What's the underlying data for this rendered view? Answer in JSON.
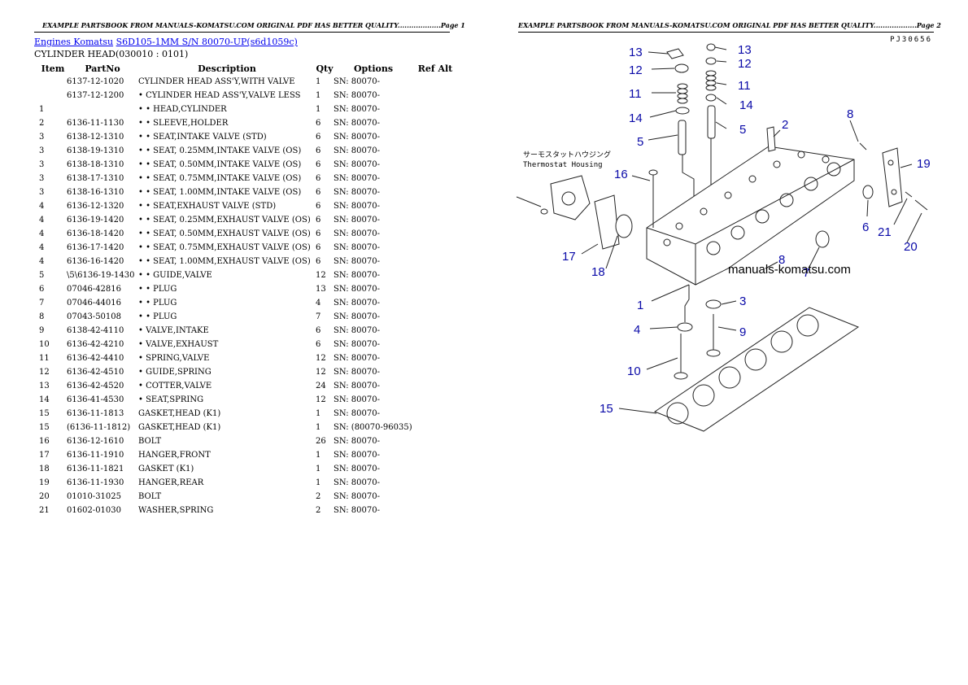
{
  "pages": [
    {
      "header": "EXAMPLE PARTSBOOK FROM MANUALS-KOMATSU.COM ORIGINAL PDF HAS BETTER QUALITY...................Page 1"
    },
    {
      "header": "EXAMPLE PARTSBOOK FROM MANUALS-KOMATSU.COM ORIGINAL PDF HAS BETTER QUALITY...................Page 2"
    }
  ],
  "breadcrumb": {
    "link1": "Engines Komatsu",
    "link2": "S6D105-1MM S/N 80070-UP(s6d1059c)"
  },
  "section_title": "CYLINDER HEAD(030010 : 0101)",
  "table": {
    "headers": [
      "Item",
      "PartNo",
      "Description",
      "Qty",
      "Options",
      "Ref Alt"
    ],
    "rows": [
      [
        "",
        "6137-12-1020",
        "CYLINDER HEAD ASS'Y,WITH VALVE",
        "1",
        "SN: 80070-",
        ""
      ],
      [
        "",
        "6137-12-1200",
        "• CYLINDER HEAD ASS'Y,VALVE LESS",
        "1",
        "SN: 80070-",
        ""
      ],
      [
        "1",
        "",
        "• • HEAD,CYLINDER",
        "1",
        "SN: 80070-",
        ""
      ],
      [
        "2",
        "6136-11-1130",
        "• • SLEEVE,HOLDER",
        "6",
        "SN: 80070-",
        ""
      ],
      [
        "3",
        "6138-12-1310",
        "• • SEAT,INTAKE VALVE (STD)",
        "6",
        "SN: 80070-",
        ""
      ],
      [
        "3",
        "6138-19-1310",
        "• • SEAT, 0.25MM,INTAKE VALVE (OS)",
        "6",
        "SN: 80070-",
        ""
      ],
      [
        "3",
        "6138-18-1310",
        "• • SEAT, 0.50MM,INTAKE VALVE (OS)",
        "6",
        "SN: 80070-",
        ""
      ],
      [
        "3",
        "6138-17-1310",
        "• • SEAT, 0.75MM,INTAKE VALVE (OS)",
        "6",
        "SN: 80070-",
        ""
      ],
      [
        "3",
        "6138-16-1310",
        "• • SEAT, 1.00MM,INTAKE VALVE (OS)",
        "6",
        "SN: 80070-",
        ""
      ],
      [
        "4",
        "6136-12-1320",
        "• • SEAT,EXHAUST VALVE (STD)",
        "6",
        "SN: 80070-",
        ""
      ],
      [
        "4",
        "6136-19-1420",
        "• • SEAT, 0.25MM,EXHAUST VALVE (OS)",
        "6",
        "SN: 80070-",
        ""
      ],
      [
        "4",
        "6136-18-1420",
        "• • SEAT, 0.50MM,EXHAUST VALVE (OS)",
        "6",
        "SN: 80070-",
        ""
      ],
      [
        "4",
        "6136-17-1420",
        "• • SEAT, 0.75MM,EXHAUST VALVE (OS)",
        "6",
        "SN: 80070-",
        ""
      ],
      [
        "4",
        "6136-16-1420",
        "• • SEAT, 1.00MM,EXHAUST VALVE (OS)",
        "6",
        "SN: 80070-",
        ""
      ],
      [
        "5",
        "\\5\\6136-19-1430",
        "• • GUIDE,VALVE",
        "12",
        "SN: 80070-",
        ""
      ],
      [
        "6",
        "07046-42816",
        "• • PLUG",
        "13",
        "SN: 80070-",
        ""
      ],
      [
        "7",
        "07046-44016",
        "• • PLUG",
        "4",
        "SN: 80070-",
        ""
      ],
      [
        "8",
        "07043-50108",
        "• • PLUG",
        "7",
        "SN: 80070-",
        ""
      ],
      [
        "9",
        "6138-42-4110",
        "• VALVE,INTAKE",
        "6",
        "SN: 80070-",
        ""
      ],
      [
        "10",
        "6136-42-4210",
        "• VALVE,EXHAUST",
        "6",
        "SN: 80070-",
        ""
      ],
      [
        "11",
        "6136-42-4410",
        "• SPRING,VALVE",
        "12",
        "SN: 80070-",
        ""
      ],
      [
        "12",
        "6136-42-4510",
        "• GUIDE,SPRING",
        "12",
        "SN: 80070-",
        ""
      ],
      [
        "13",
        "6136-42-4520",
        "• COTTER,VALVE",
        "24",
        "SN: 80070-",
        ""
      ],
      [
        "14",
        "6136-41-4530",
        "• SEAT,SPRING",
        "12",
        "SN: 80070-",
        ""
      ],
      [
        "15",
        "6136-11-1813",
        "GASKET,HEAD (K1)",
        "1",
        "SN: 80070-",
        ""
      ],
      [
        "15",
        "(6136-11-1812)",
        "GASKET,HEAD (K1)",
        "1",
        "SN: (80070-96035)",
        ""
      ],
      [
        "16",
        "6136-12-1610",
        "BOLT",
        "26",
        "SN: 80070-",
        ""
      ],
      [
        "17",
        "6136-11-1910",
        "HANGER,FRONT",
        "1",
        "SN: 80070-",
        ""
      ],
      [
        "18",
        "6136-11-1821",
        "GASKET (K1)",
        "1",
        "SN: 80070-",
        ""
      ],
      [
        "19",
        "6136-11-1930",
        "HANGER,REAR",
        "1",
        "SN: 80070-",
        ""
      ],
      [
        "20",
        "01010-31025",
        "BOLT",
        "2",
        "SN: 80070-",
        ""
      ],
      [
        "21",
        "01602-01030",
        "WASHER,SPRING",
        "2",
        "SN: 80070-",
        ""
      ]
    ]
  },
  "diagram": {
    "code": "PJ30656",
    "watermark": "manuals-komatsu.com",
    "thermostat_jp": "サーモスタットハウジング",
    "thermostat_en": "Thermostat Housing",
    "labels": [
      "13",
      "12",
      "11",
      "14",
      "5",
      "13",
      "12",
      "11",
      "14",
      "5",
      "2",
      "8",
      "16",
      "19",
      "6",
      "21",
      "20",
      "17",
      "18",
      "8",
      "7",
      "1",
      "3",
      "4",
      "9",
      "10",
      "15"
    ],
    "label_color": "#0a0aa8"
  }
}
